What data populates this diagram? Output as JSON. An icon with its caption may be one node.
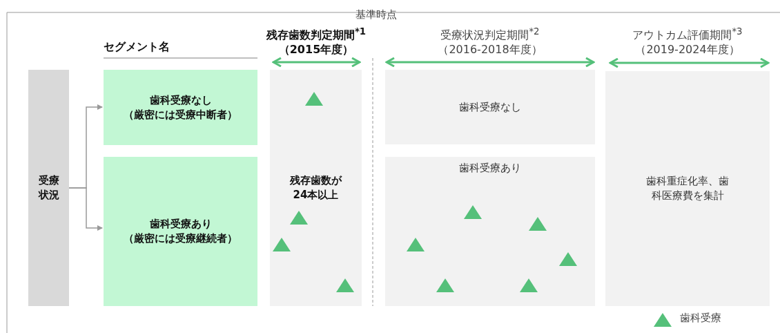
{
  "diagram": {
    "nodes": [
      {
        "text": [
          "受療状況"
        ]
      },
      {
        "text": [
          "歯科受療なし",
          "（厳密には受療中断者）"
        ]
      },
      {
        "text": [
          "歯科受療あり",
          "（厳密には受療継続者）"
        ]
      },
      {
        "text": [
          "残存歯数が24本以上"
        ]
      },
      {
        "text": [
          "歯科受療なし"
        ]
      },
      {
        "text": [
          "歯科受療あり"
        ]
      },
      {
        "text": [
          "歯科重症化率、歯科医療費を集計"
        ]
      }
    ],
    "edges": [
      {
        "from": 0,
        "to": 1,
        "arrow": "to"
      },
      {
        "from": 0,
        "to": 2,
        "arrow": "to"
      }
    ],
    "labels": [
      "基準時点",
      "セグメント名",
      "残存歯数判定期間$^{*1}$",
      "（2015年度）",
      "受療状況判定期間$^{*2}$",
      "（2016-2018年度）",
      "アウトカム評価期間$^{*3}$",
      "（2019-2024年度）"
    ],
    "legend": [
      {
        "text": "歯科受療"
      }
    ]
  }
}
